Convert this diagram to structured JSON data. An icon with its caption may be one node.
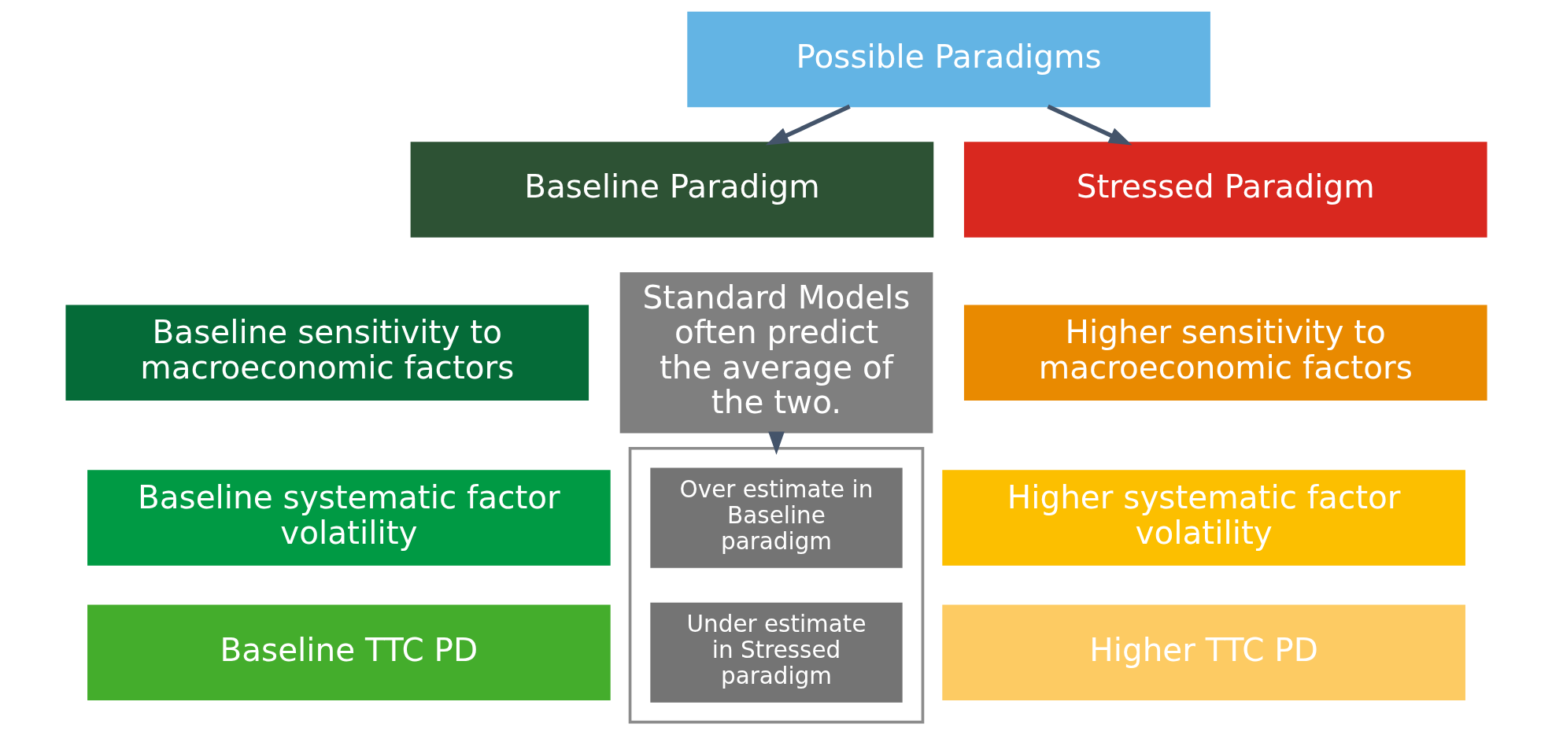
{
  "diagram": {
    "nodes": [
      {
        "text": [
          "Possible Paradigms"
        ]
      },
      {
        "text": [
          "Baseline Paradigm"
        ]
      },
      {
        "text": [
          "Stressed Paradigm"
        ]
      },
      {
        "text": [
          "Baseline sensitivity to macroeconomic factors"
        ]
      },
      {
        "text": [
          "Baseline systematic factor volatility"
        ]
      },
      {
        "text": [
          "Baseline TTC PD"
        ]
      },
      {
        "text": [
          "Standard Models often predict the average of the two."
        ]
      },
      {
        "text": [],
        "shape": "box"
      },
      {
        "text": [
          "Over estimate in Baseline paradigm"
        ],
        "in": 7
      },
      {
        "text": [
          "Under estimate in Stressed paradigm"
        ],
        "in": 7
      },
      {
        "text": [
          "Higher sensitivity to macroeconomic factors"
        ]
      },
      {
        "text": [
          "Higher systematic factor volatility"
        ]
      },
      {
        "text": [
          "Higher TTC PD"
        ]
      }
    ],
    "edges": [
      {
        "from": 0,
        "to": 1,
        "arrow": "to"
      },
      {
        "from": 0,
        "to": 2,
        "arrow": "to"
      },
      {
        "from": 6,
        "to": 7,
        "arrow": "to"
      }
    ]
  }
}
